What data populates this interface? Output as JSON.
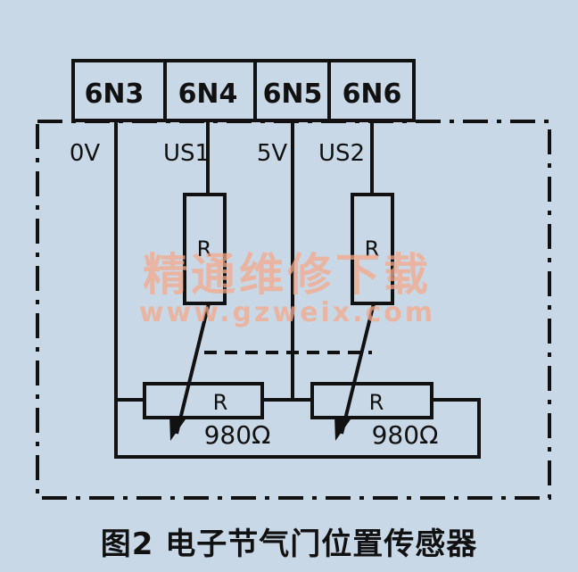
{
  "terminals": [
    "6N3",
    "6N4",
    "6N5",
    "6N6"
  ],
  "signals": [
    "0V",
    "US1",
    "5V",
    "US2"
  ],
  "resistors": {
    "series_label": "R",
    "pot_label": "R",
    "pot_values": [
      "980Ω",
      "980Ω"
    ]
  },
  "watermark": {
    "text": "精通维修下载",
    "url": "www.gzweix.com"
  },
  "caption": "图2 电子节气门位置传感器",
  "colors": {
    "background": "#c9d8e6",
    "line": "#111111",
    "resistor_fill": "#c9d8e6",
    "watermark": "#f4a98a"
  }
}
